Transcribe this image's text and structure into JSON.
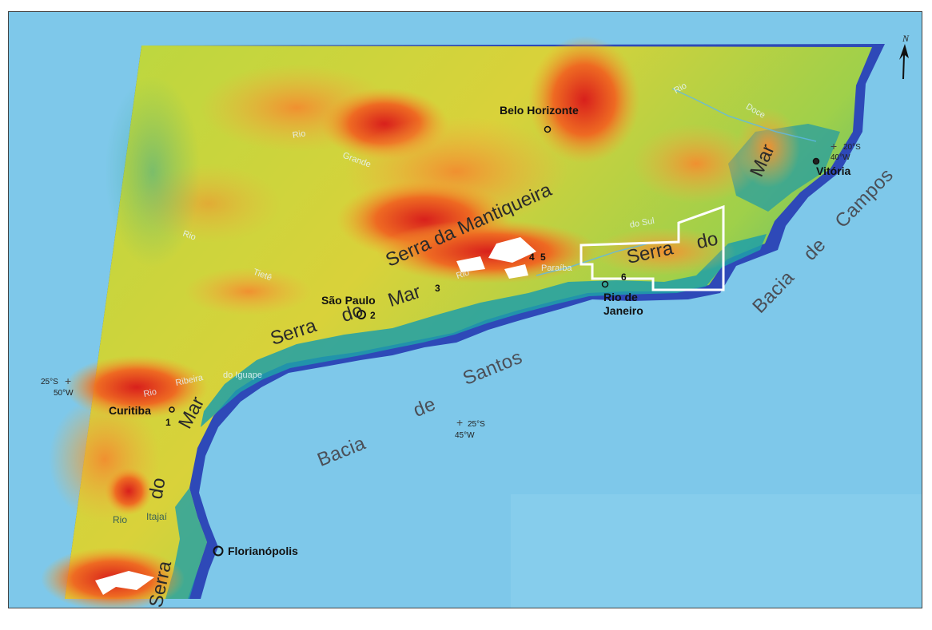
{
  "cities": {
    "belo_horizonte": "Belo Horizonte",
    "vitoria": "Vitória",
    "sao_paulo": "São Paulo",
    "rio_line1": "Rio de",
    "rio_line2": "Janeiro",
    "curitiba": "Curitiba",
    "florianopolis": "Florianópolis"
  },
  "site_numbers": {
    "n1": "1",
    "n2": "2",
    "n3": "3",
    "n4": "4",
    "n5": "5",
    "n6": "6"
  },
  "ranges": {
    "mantiqueira": "Serra da Mantiqueira",
    "serra_do_mar_central": "Serra do Mar",
    "serra_do_mar_south_a": "Mar",
    "serra_do_mar_south_b": "do",
    "serra_do_mar_south_c": "Serra",
    "serra_do_mar_east": "Serra do",
    "serra_do_mar_ne": "Mar"
  },
  "basins": {
    "santos_a": "Bacia",
    "santos_b": "de",
    "santos_c": "Santos",
    "campos": "Bacia de Campos"
  },
  "rivers": {
    "rio_grande_a": "Rio",
    "rio_grande_b": "Grande",
    "rio_tiete_a": "Rio",
    "rio_tiete_b": "Tietê",
    "ribeira_a": "Rio",
    "ribeira_b": "Ribeira",
    "ribeira_c": "do Iguape",
    "paraiba_a": "Rio",
    "paraiba_b": "Paraíba",
    "paraiba_c": "do Sul",
    "doce_a": "Rio",
    "doce_b": "Doce",
    "itajai_a": "Rio",
    "itajai_b": "Itajaí"
  },
  "coordinates": {
    "c1_lat": "20°S",
    "c1_lon": "40°W",
    "c2_lat": "25°S",
    "c2_lon": "50°W",
    "c3_lat": "25°S",
    "c3_lon": "45°W"
  },
  "north_arrow": {
    "label": "N",
    "icon": "north-arrow-icon"
  },
  "colors": {
    "ocean": "#7ec8ea",
    "deep_coast": "#2e49b8",
    "lowland": "#2aa896",
    "plain": "#b9d93a",
    "plateau": "#f4a830",
    "highland": "#e2402a",
    "peak": "#ffffff",
    "study_area": "#ffffff"
  }
}
